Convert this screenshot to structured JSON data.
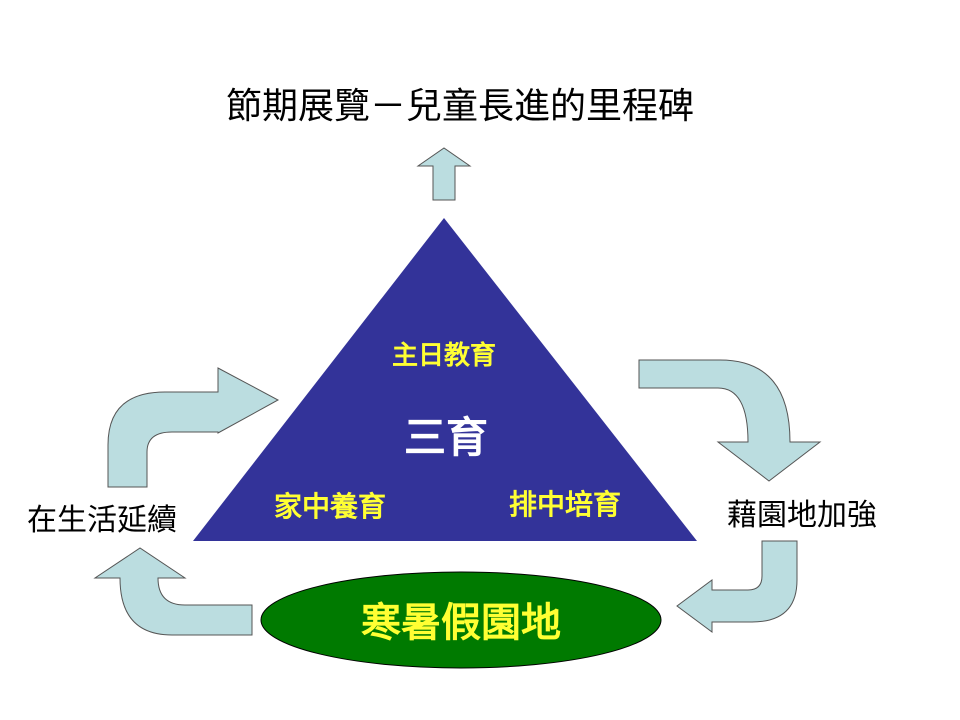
{
  "title": "節期展覽－兒童長進的里程碑",
  "triangle": {
    "top_label": "主日教育",
    "center_label": "三育",
    "bottom_left_label": "家中養育",
    "bottom_right_label": "排中培育"
  },
  "left_label": "在生活延續",
  "right_label": "藉園地加強",
  "ellipse_label": "寒暑假園地",
  "colors": {
    "triangle": "#333399",
    "arrow": "#bbdde0",
    "ellipse": "#007a00",
    "yellow_text": "#ffff33"
  }
}
